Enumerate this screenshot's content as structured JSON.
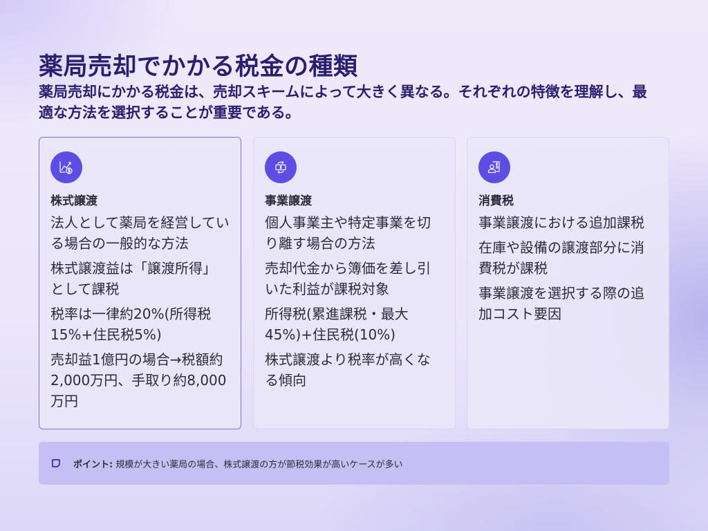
{
  "header": {
    "title": "薬局売却でかかる税金の種類",
    "subtitle": "薬局売却にかかる税金は、売却スキームによって大きく異なる。それぞれの特徴を理解し、最適な方法を選択することが重要である。"
  },
  "cards": [
    {
      "icon": "chart-dollar-icon",
      "title": "株式譲渡",
      "bullets": [
        "法人として薬局を経営している場合の一般的な方法",
        "株式譲渡益は「譲渡所得」として課税",
        "税率は一律約20%(所得税15%+住民税5%)",
        "売却益1億円の場合→税額約2,000万円、手取り約8,000万円"
      ]
    },
    {
      "icon": "money-exchange-icon",
      "title": "事業譲渡",
      "bullets": [
        "個人事業主や特定事業を切り離す場合の方法",
        "売却代金から簿価を差し引いた利益が課税対象",
        "所得税(累進課税・最大45%)+住民税(10%)",
        "株式譲渡より税率が高くなる傾向"
      ]
    },
    {
      "icon": "person-invoice-icon",
      "title": "消費税",
      "bullets": [
        "事業譲渡における追加課税",
        "在庫や設備の譲渡部分に消費税が課税",
        "事業譲渡を選択する際の追加コスト要因"
      ]
    }
  ],
  "callout": {
    "icon": "note-icon",
    "label": "ポイント:",
    "text": "規模が大きい薬局の場合、株式譲渡の方が節税効果が高いケースが多い"
  },
  "colors": {
    "accent": "#5c4ee5",
    "title": "#2a1f6e",
    "callout_bg": "#c6bff5",
    "card_bg": "#e9e6f8"
  }
}
